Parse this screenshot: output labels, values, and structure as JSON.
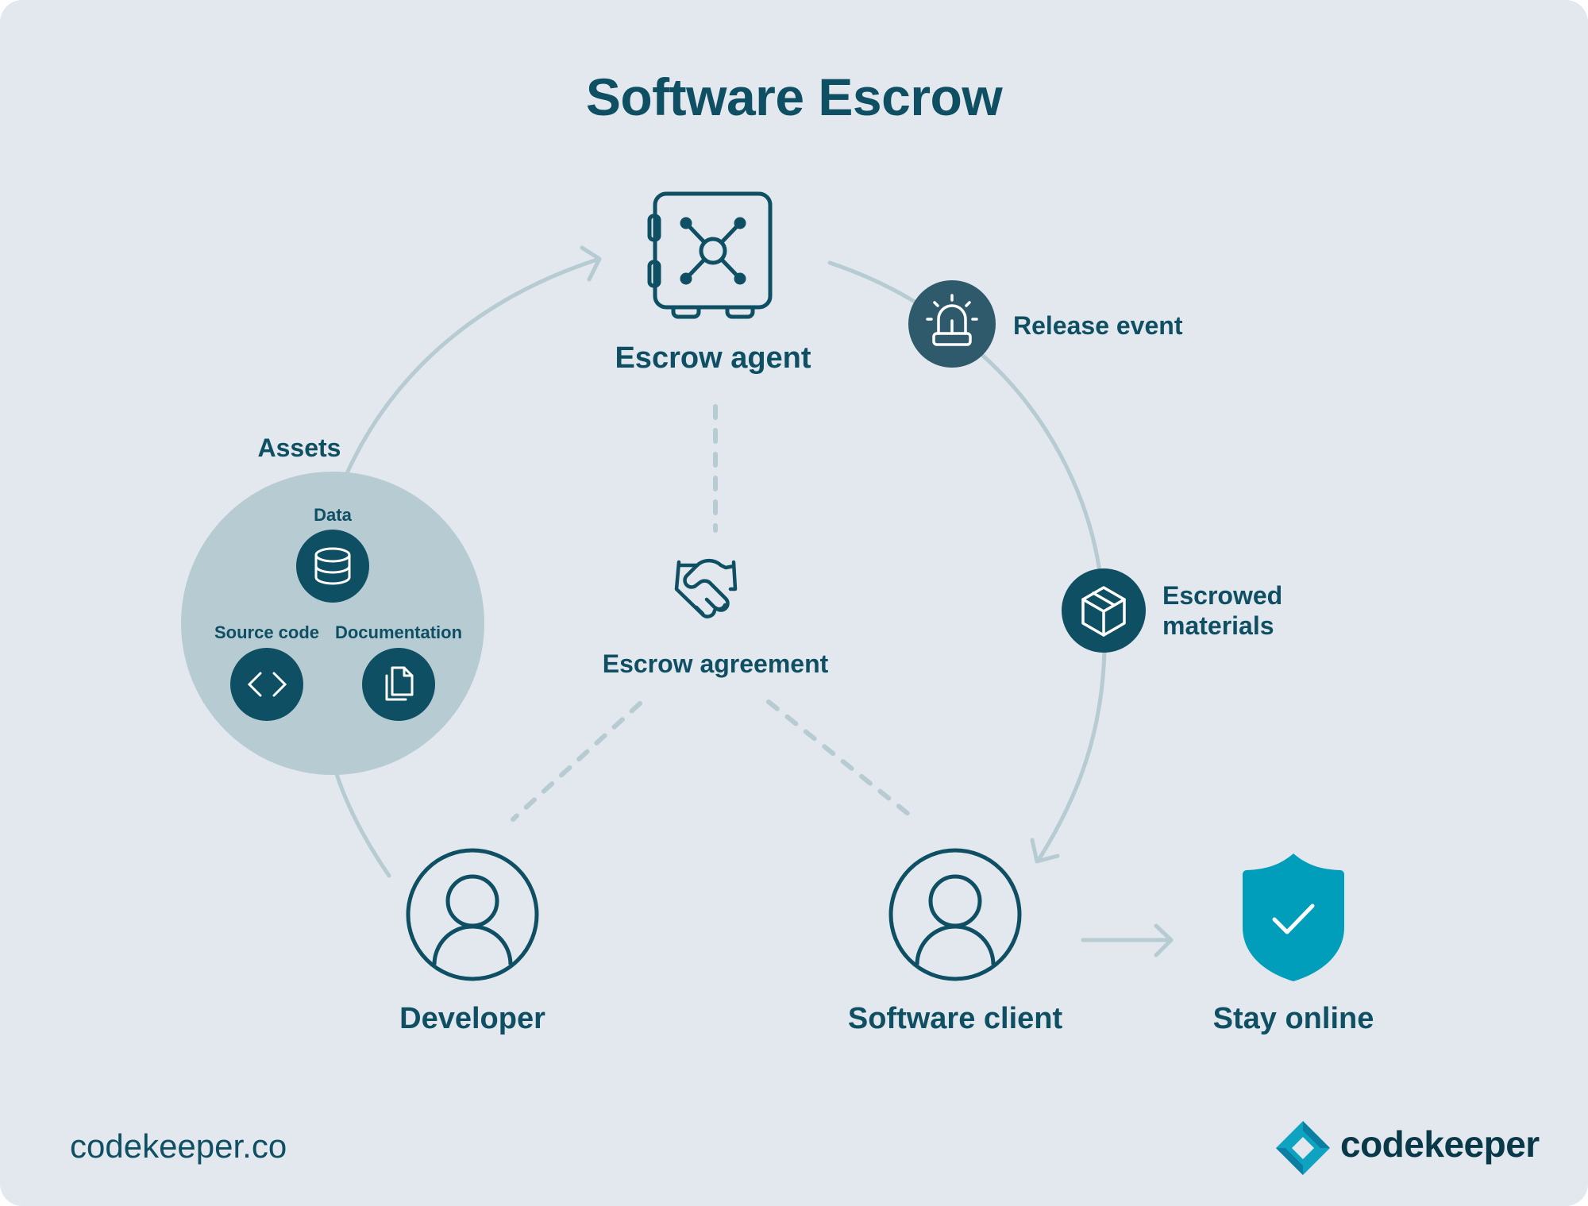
{
  "title": "Software Escrow",
  "colors": {
    "background": "#e2e8ed",
    "primary_dark": "#0f4f63",
    "release_circle": "#2f5a6b",
    "connector_light": "#b7cbd3",
    "assets_circle": "#b7cbd3",
    "shield": "#009ebb",
    "brand_text": "#093848"
  },
  "nodes": {
    "escrow_agent": {
      "label": "Escrow agent",
      "icon": "safe-icon"
    },
    "escrow_agreement": {
      "label": "Escrow agreement",
      "icon": "handshake-icon"
    },
    "developer": {
      "label": "Developer",
      "icon": "user-icon"
    },
    "software_client": {
      "label": "Software client",
      "icon": "user-icon"
    },
    "stay_online": {
      "label": "Stay online",
      "icon": "shield-check-icon"
    },
    "release_event": {
      "label": "Release event",
      "icon": "alarm-beacon-icon"
    },
    "escrowed_materials": {
      "label_line1": "Escrowed",
      "label_line2": "materials",
      "icon": "box-icon"
    }
  },
  "assets": {
    "label": "Assets",
    "items": [
      {
        "label": "Data",
        "icon": "database-icon"
      },
      {
        "label": "Source code",
        "icon": "code-icon"
      },
      {
        "label": "Documentation",
        "icon": "documents-icon"
      }
    ]
  },
  "flow": [
    "Developer → Assets → Escrow agent",
    "Escrow agent → Release event → Escrowed materials → Software client",
    "Software client → Stay online",
    "Escrow agreement ⇢ Escrow agent, Developer, Software client"
  ],
  "footer": {
    "url": "codekeeper.co",
    "brand": "codekeeper"
  }
}
